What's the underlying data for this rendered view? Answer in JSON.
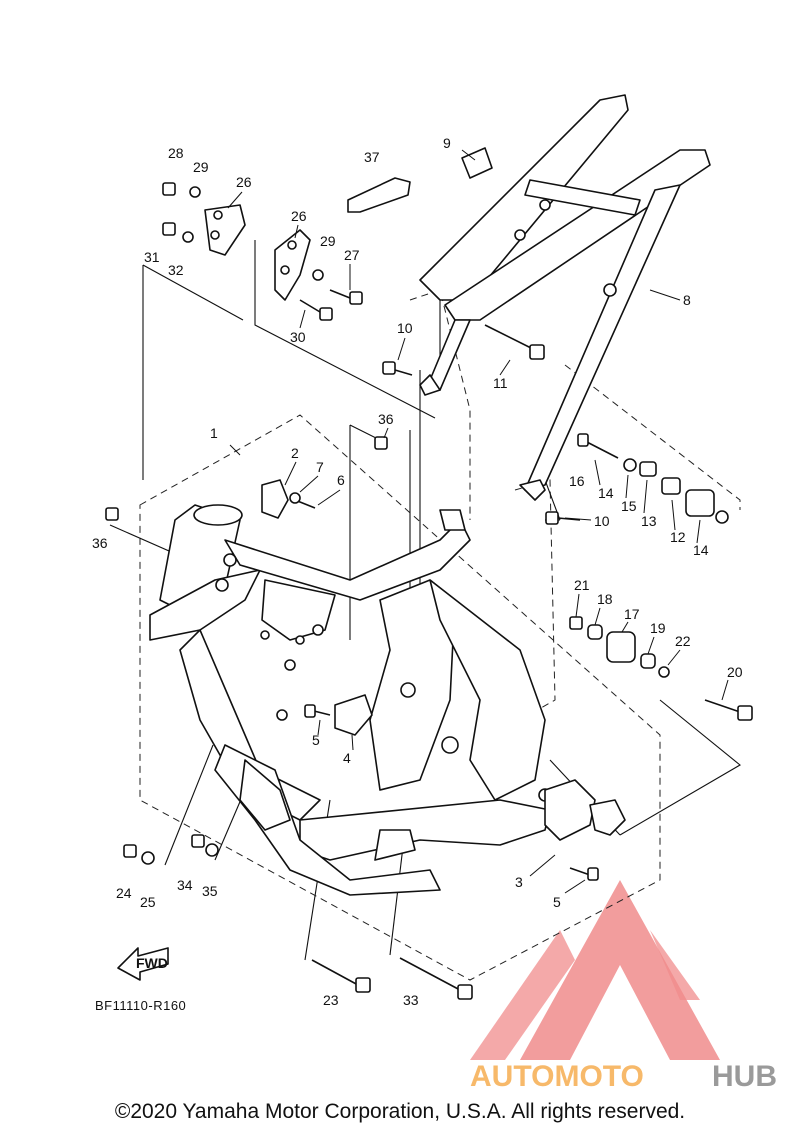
{
  "diagram": {
    "reference_code": "BF11110-R160",
    "fwd_label": "FWD",
    "copyright": "©2020 Yamaha Motor Corporation, U.S.A. All rights reserved.",
    "watermark": {
      "part1": "AUTOMOTO",
      "part2": "HUB",
      "color1": "#f7b96a",
      "color2": "#9a9a9a",
      "logo_color": "#f08c8c"
    },
    "callouts": [
      "1",
      "2",
      "3",
      "4",
      "5",
      "5",
      "6",
      "7",
      "8",
      "9",
      "10",
      "10",
      "11",
      "12",
      "13",
      "14",
      "14",
      "15",
      "16",
      "17",
      "18",
      "19",
      "20",
      "21",
      "22",
      "23",
      "24",
      "25",
      "26",
      "26",
      "27",
      "28",
      "29",
      "29",
      "30",
      "31",
      "32",
      "33",
      "34",
      "35",
      "36",
      "36",
      "37"
    ]
  }
}
